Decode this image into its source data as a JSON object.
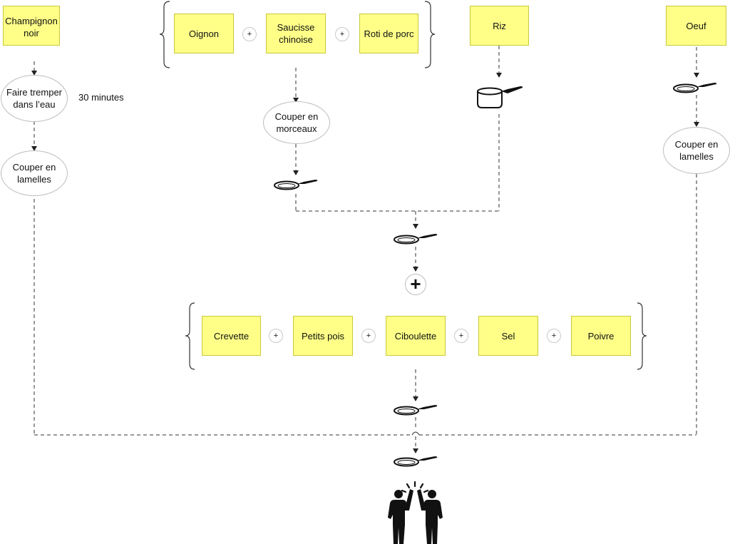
{
  "ingredients": {
    "champignon": "Champignon noir",
    "oignon": "Oignon",
    "saucisse": "Saucisse chinoise",
    "roti": "Roti de porc",
    "riz": "Riz",
    "oeuf": "Oeuf",
    "crevette": "Crevette",
    "petits_pois": "Petits pois",
    "ciboulette": "Ciboulette",
    "sel": "Sel",
    "poivre": "Poivre"
  },
  "steps": {
    "tremper": "Faire tremper dans l’eau",
    "tremper_duree": "30 minutes",
    "lamelles_champignon": "Couper en lamelles",
    "morceaux": "Couper en morceaux",
    "lamelles_oeuf": "Couper en lamelles"
  },
  "symbols": {
    "plus_small": "+",
    "plus_big": "+"
  },
  "icons": {
    "pan": "frying-pan-icon",
    "pot": "saucepan-icon",
    "result": "high-five-icon"
  },
  "colors": {
    "note_fill": "#ffff88",
    "line": "#333333"
  }
}
